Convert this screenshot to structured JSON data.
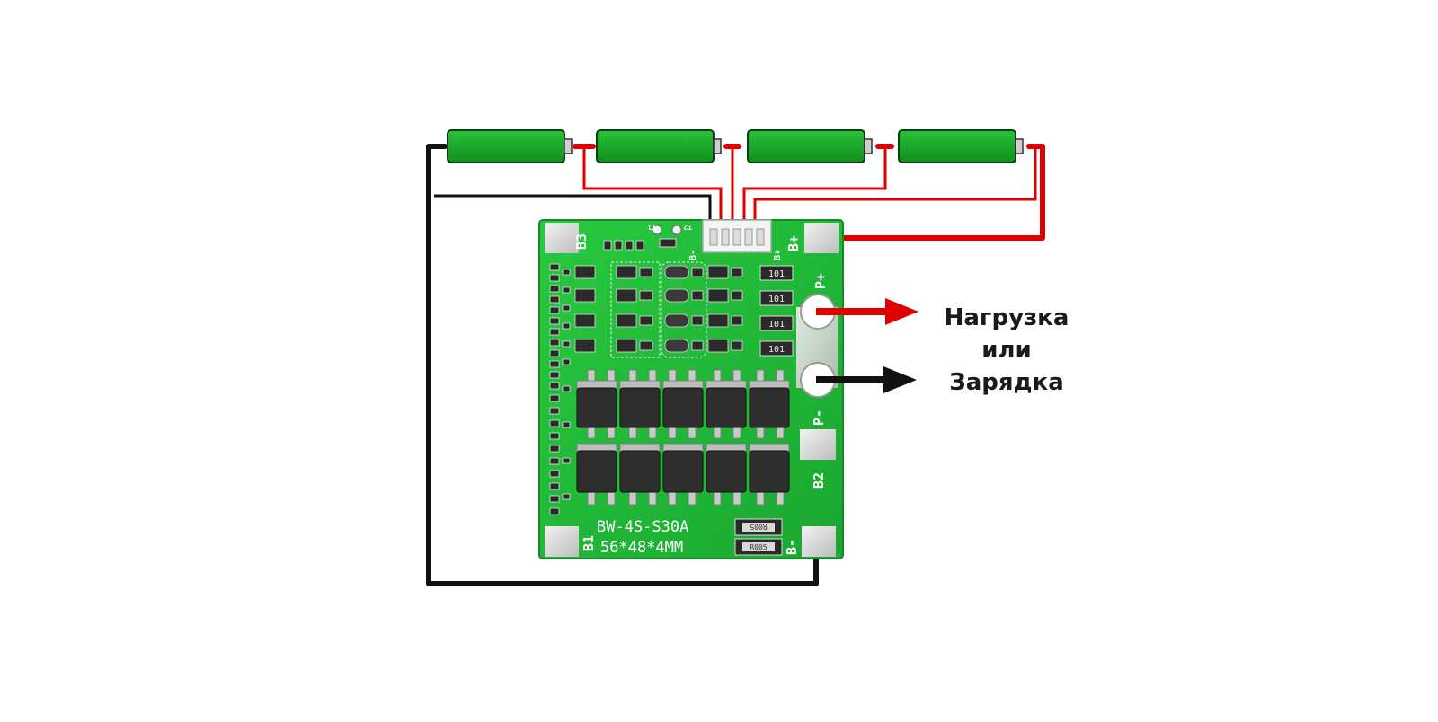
{
  "board": {
    "model": "BW-4S-S30A",
    "size": "56*48*4MM",
    "pad_b3": "B3",
    "pad_b2": "B2",
    "pad_b1": "B1",
    "pad_bplus": "B+",
    "pad_bminus": "B-",
    "pad_pplus": "P+",
    "pad_pminus": "P-",
    "connector_bminus": "B-",
    "connector_bplus": "B+",
    "t1": "T1",
    "t2": "T2",
    "resistor_code": "101",
    "shunt_code": "R005"
  },
  "captions": {
    "line1": "Нагрузка",
    "line2": "или",
    "line3": "Зарядка"
  },
  "colors": {
    "positive_wire": "#e00000",
    "negative_wire": "#111111",
    "balance_wire": "#e00000",
    "cell": "#1ea82b",
    "pcb": "#22c33a"
  }
}
